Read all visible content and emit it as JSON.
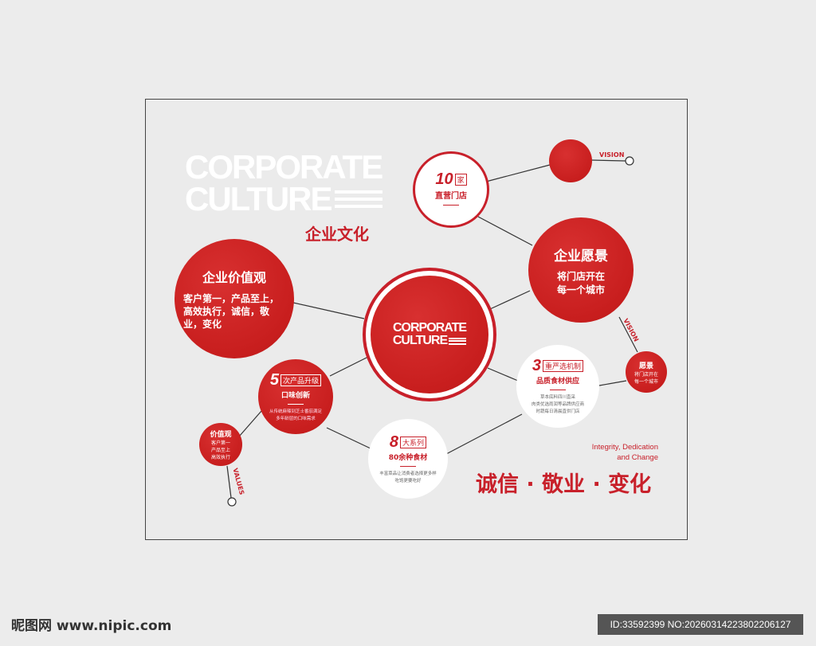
{
  "title": {
    "en_line1": "CORPORATE",
    "en_line2": "CULTURE",
    "cn": "企业文化"
  },
  "center": {
    "line1": "CORPORATE",
    "line2": "CULTURE"
  },
  "values_big": {
    "title": "企业价值观",
    "text": "客户第一，产品至上，高效执行，诚信，敬业，变化"
  },
  "stores": {
    "number": "10",
    "unit": "家",
    "text": "直营门店"
  },
  "vision_big": {
    "title": "企业愿景",
    "line1": "将门店开在",
    "line2": "每一个城市"
  },
  "vision_label": "VISION",
  "vision_label2": "VISION",
  "vision_small": {
    "title": "愿景",
    "line1": "将门店开在",
    "line2": "每一个城市"
  },
  "upgrade": {
    "number": "5",
    "box": "次产品升级",
    "sub": "口味创新",
    "desc1": "从传统麻辣到芝士番茄满足",
    "desc2": "多年龄层的口味需求"
  },
  "values_small": {
    "title": "价值观",
    "line1": "客户第一",
    "line2": "产品至上",
    "line3": "高效执行"
  },
  "values_label": "VALUES",
  "series": {
    "number": "8",
    "box": "大系列",
    "sub": "80余种食材",
    "desc1": "丰富菜品让消费者选择更多样",
    "desc2": "吃饱更要吃好"
  },
  "selection": {
    "number": "3",
    "box": "重严选机制",
    "sub": "品质食材供应",
    "desc1": "草本底料四川直采",
    "desc2": "肉类优选雨润等品牌供应商",
    "desc3": "时蔬每日清晨直供门店"
  },
  "slogan": {
    "en1": "Integrity, Dedication",
    "en2": "and Change",
    "cn": "诚信 · 敬业 · 变化"
  },
  "watermark": {
    "left": "昵图网 www.nipic.com",
    "right": "ID:33592399 NO:20260314223802206127"
  },
  "colors": {
    "accent": "#c8202a",
    "background": "#ebebeb"
  }
}
